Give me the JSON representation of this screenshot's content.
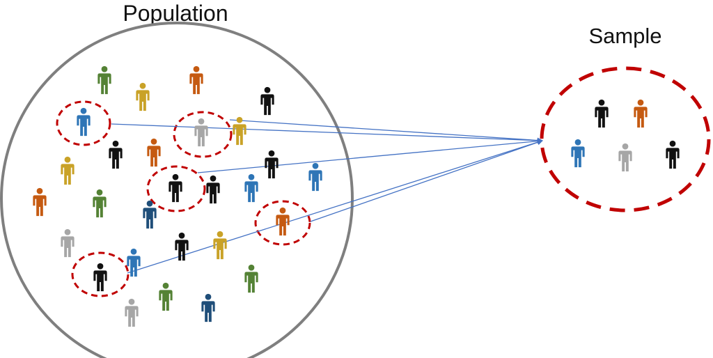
{
  "labels": {
    "population": "Population",
    "sample": "Sample"
  },
  "colors": {
    "green": "#548235",
    "yellow": "#c9a227",
    "orange": "#c55a11",
    "black": "#111111",
    "blue": "#2e75b6",
    "navy": "#1f4e79",
    "gray": "#a6a6a6",
    "population_circle": "#7f7f7f",
    "dashed_circle": "#c00000",
    "arrow": "#4472c4"
  },
  "population": {
    "people": [
      {
        "color": "green",
        "selected": false
      },
      {
        "color": "orange",
        "selected": false
      },
      {
        "color": "yellow",
        "selected": false
      },
      {
        "color": "black",
        "selected": false
      },
      {
        "color": "blue",
        "selected": true
      },
      {
        "color": "gray",
        "selected": true
      },
      {
        "color": "yellow",
        "selected": false
      },
      {
        "color": "black",
        "selected": false
      },
      {
        "color": "orange",
        "selected": false
      },
      {
        "color": "yellow",
        "selected": false
      },
      {
        "color": "black",
        "selected": false
      },
      {
        "color": "blue",
        "selected": false
      },
      {
        "color": "black",
        "selected": true
      },
      {
        "color": "black",
        "selected": false
      },
      {
        "color": "blue",
        "selected": false
      },
      {
        "color": "orange",
        "selected": false
      },
      {
        "color": "green",
        "selected": false
      },
      {
        "color": "navy",
        "selected": false
      },
      {
        "color": "orange",
        "selected": true
      },
      {
        "color": "gray",
        "selected": false
      },
      {
        "color": "black",
        "selected": false
      },
      {
        "color": "yellow",
        "selected": false
      },
      {
        "color": "blue",
        "selected": false
      },
      {
        "color": "black",
        "selected": true
      },
      {
        "color": "green",
        "selected": false
      },
      {
        "color": "green",
        "selected": false
      },
      {
        "color": "gray",
        "selected": false
      },
      {
        "color": "navy",
        "selected": false
      }
    ]
  },
  "sample": {
    "people": [
      {
        "color": "black"
      },
      {
        "color": "orange"
      },
      {
        "color": "blue"
      },
      {
        "color": "gray"
      },
      {
        "color": "black"
      }
    ]
  }
}
